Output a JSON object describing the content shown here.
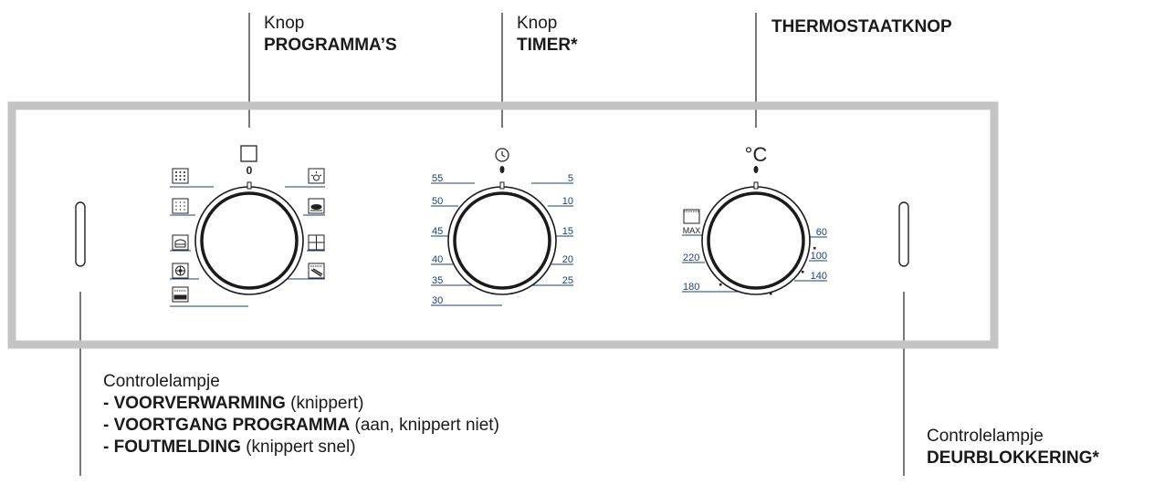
{
  "labels": {
    "programs": {
      "line1": "Knop",
      "line2": "PROGRAMMA’S"
    },
    "timer": {
      "line1": "Knop",
      "line2": "TIMER*"
    },
    "thermostat": {
      "line1": "THERMOSTAATKNOP"
    },
    "indicator_left": {
      "title": "Controlelampje",
      "items": [
        {
          "bold": "- VOORVERWARMING",
          "rest": " (knippert)"
        },
        {
          "bold": "- VOORTGANG PROGRAMMA",
          "rest": " (aan, knippert niet)"
        },
        {
          "bold": "- FOUTMELDING",
          "rest": " (knippert snel)"
        }
      ]
    },
    "indicator_right": {
      "title": "Controlelampje",
      "bold": "DEURBLOKKERING*"
    }
  },
  "program_knob": {
    "zero_label": "0"
  },
  "timer_knob": {
    "left_ticks": [
      "55",
      "50",
      "45",
      "40",
      "35",
      "30"
    ],
    "right_ticks": [
      "5",
      "10",
      "15",
      "20",
      "25"
    ]
  },
  "thermo_knob": {
    "unit_symbol": "°C",
    "max_label": "MAX",
    "left_ticks": [
      "220",
      "180"
    ],
    "right_ticks": [
      "60",
      "100",
      "140"
    ]
  }
}
